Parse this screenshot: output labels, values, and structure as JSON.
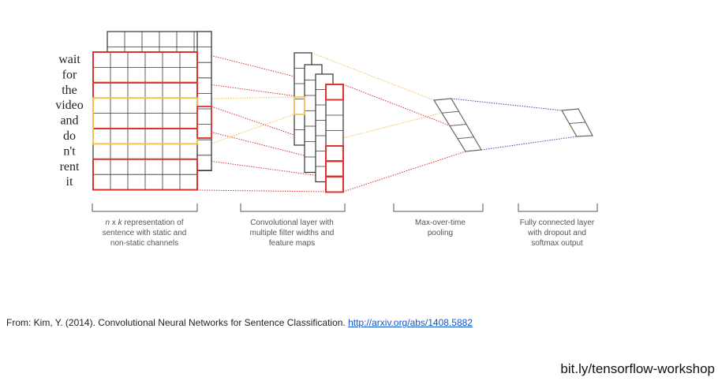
{
  "words": [
    "wait",
    "for",
    "the",
    "video",
    "and",
    "do",
    "n't",
    "rent",
    "it"
  ],
  "captions": {
    "input": [
      "",
      "sentence with static and",
      "non-static channels"
    ],
    "input_italic": {
      "n": "n",
      "x": " x ",
      "k": "k",
      "rest": " representation of"
    },
    "conv": [
      "Convolutional layer with",
      "multiple filter widths and",
      "feature maps"
    ],
    "pool": [
      "Max-over-time",
      "pooling"
    ],
    "fc": [
      "Fully connected layer",
      "with dropout and",
      "softmax output"
    ]
  },
  "source": {
    "text": "From: Kim, Y. (2014). Convolutional Neural Networks for Sentence Classification.",
    "link": "http://arxiv.org/abs/1408.5882"
  },
  "footer": "bit.ly/tensorflow-workshop",
  "colors": {
    "red": "#e03030",
    "yellow": "#f2c14e",
    "blue": "#3a4fa8",
    "grid": "#333333"
  }
}
